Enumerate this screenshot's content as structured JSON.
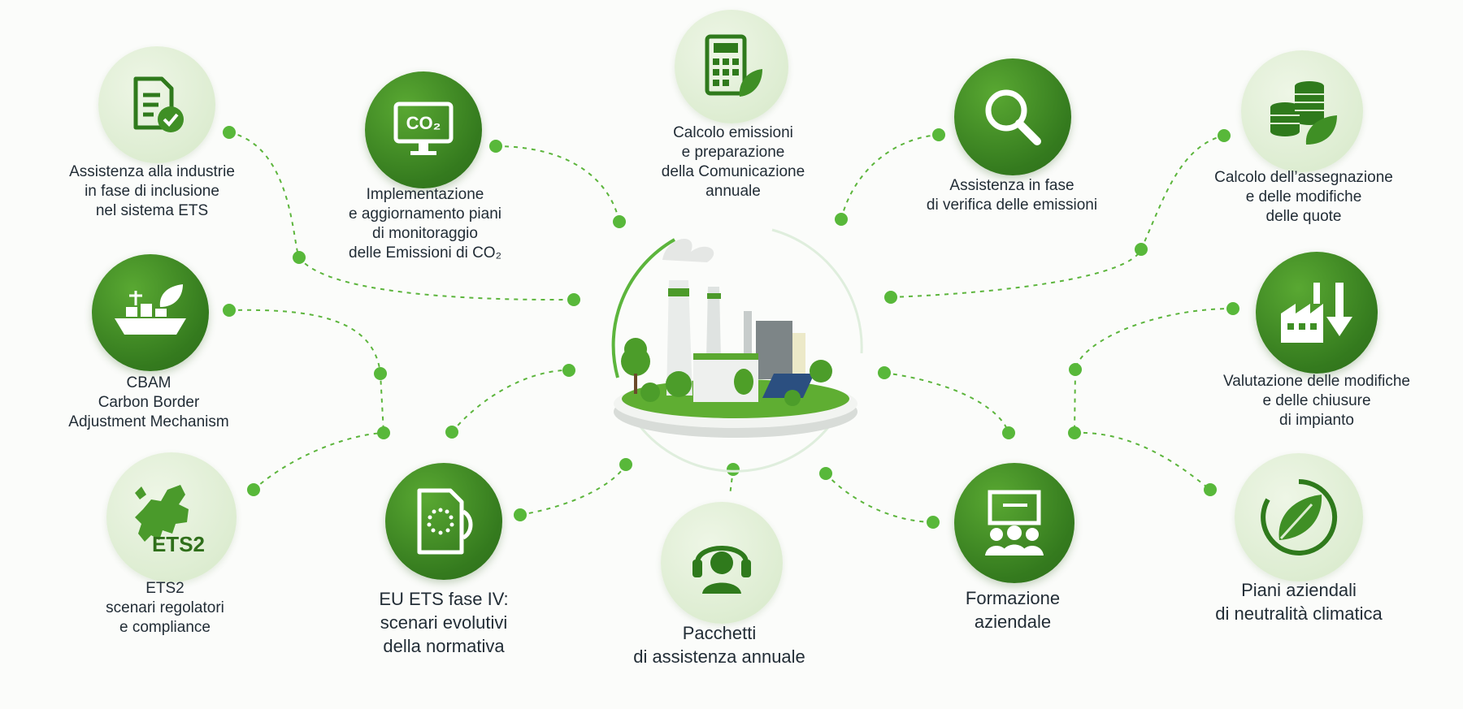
{
  "colors": {
    "dark_green": "#3b8a24",
    "light_green": "#dcecd0",
    "dot_green": "#58b83a",
    "text": "#222d36"
  },
  "services": {
    "ets_inclusion": {
      "icon": "document-check-icon",
      "lines": [
        "Assistenza alla industrie",
        "in fase di inclusione",
        "nel sistema ETS"
      ]
    },
    "monitoring_plans": {
      "icon": "co2-monitor-icon",
      "icon_text": "CO₂",
      "lines": [
        "Implementazione",
        "e aggiornamento piani",
        "di monitoraggio",
        "delle Emissioni di CO₂"
      ]
    },
    "emission_calc": {
      "icon": "calculator-leaf-icon",
      "lines": [
        "Calcolo emissioni",
        "e preparazione",
        "della Comunicazione",
        "annuale"
      ]
    },
    "verification": {
      "icon": "magnifier-icon",
      "lines": [
        "Assistenza in fase",
        "di verifica delle emissioni"
      ]
    },
    "allocation": {
      "icon": "coins-leaf-icon",
      "lines": [
        "Calcolo dell’assegnazione",
        "e delle modifiche",
        "delle quote"
      ]
    },
    "cbam": {
      "icon": "ship-leaf-icon",
      "lines": [
        "CBAM",
        "Carbon Border",
        "Adjustment Mechanism"
      ]
    },
    "plant_changes": {
      "icon": "factory-down-arrow-icon",
      "lines": [
        "Valutazione delle modifiche",
        "e delle chiusure",
        "di impianto"
      ]
    },
    "ets2": {
      "icon": "europe-map-icon",
      "icon_text": "ETS2",
      "lines": [
        "ETS2",
        "scenari regolatori",
        "e compliance"
      ]
    },
    "eu_ets_phase4": {
      "icon": "eu-document-icon",
      "lines": [
        "EU ETS fase IV:",
        "scenari evolutivi",
        "della normativa"
      ]
    },
    "annual_packages": {
      "icon": "headset-person-icon",
      "lines": [
        "Pacchetti",
        "di assistenza annuale"
      ]
    },
    "training": {
      "icon": "presentation-group-icon",
      "lines": [
        "Formazione",
        "aziendale"
      ]
    },
    "neutrality": {
      "icon": "leaf-cycle-icon",
      "lines": [
        "Piani aziendali",
        "di neutralità climatica"
      ]
    }
  },
  "hub": {
    "icon": "green-factory-island-icon"
  }
}
